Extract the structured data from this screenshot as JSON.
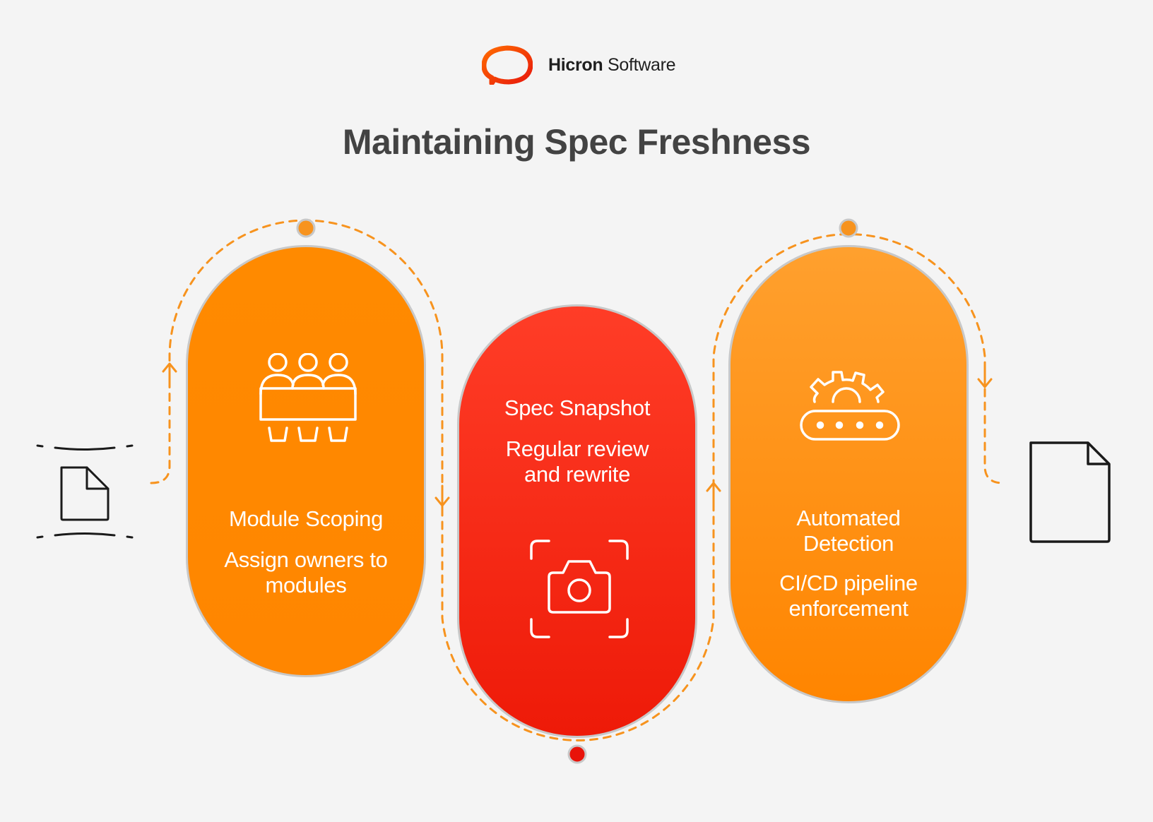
{
  "brand": {
    "name_bold": "Hicron",
    "name_regular": "Software"
  },
  "title": "Maintaining Spec Freshness",
  "steps": [
    {
      "heading": "Module Scoping",
      "description": "Assign owners to modules",
      "icon": "team-icon",
      "color": "#ff8a00"
    },
    {
      "heading": "Spec Snapshot",
      "description": "Regular review and rewrite",
      "icon": "camera-icon",
      "color": "#f2230f"
    },
    {
      "heading": "Automated Detection",
      "description": "CI/CD pipeline enforcement",
      "icon": "conveyor-gear-icon",
      "color": "#ff9a24"
    }
  ],
  "colors": {
    "orange": "#ff8a00",
    "red": "#f2230f",
    "connector": "#f7931e",
    "title": "#434343"
  },
  "icons": {
    "start": "document-icon",
    "end": "document-icon"
  }
}
